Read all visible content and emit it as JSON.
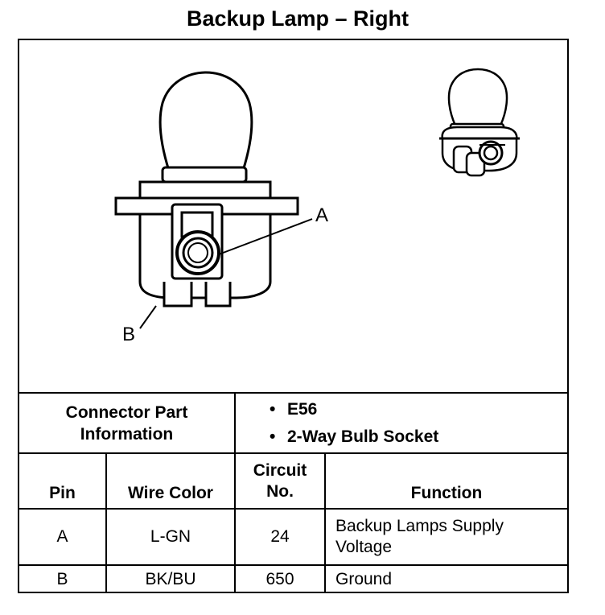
{
  "title": "Backup Lamp – Right",
  "labels": {
    "a": "A",
    "b": "B"
  },
  "connector": {
    "heading_line1": "Connector Part",
    "heading_line2": "Information",
    "bullets": [
      "E56",
      "2-Way Bulb Socket"
    ],
    "bullet_glyph": "•"
  },
  "table": {
    "headers": {
      "pin": "Pin",
      "wire_color": "Wire Color",
      "circuit_line1": "Circuit",
      "circuit_line2": "No.",
      "function": "Function"
    },
    "rows": [
      {
        "pin": "A",
        "wire_color": "L-GN",
        "circuit": "24",
        "function": "Backup Lamps Supply Voltage"
      },
      {
        "pin": "B",
        "wire_color": "BK/BU",
        "circuit": "650",
        "function": "Ground"
      }
    ]
  }
}
